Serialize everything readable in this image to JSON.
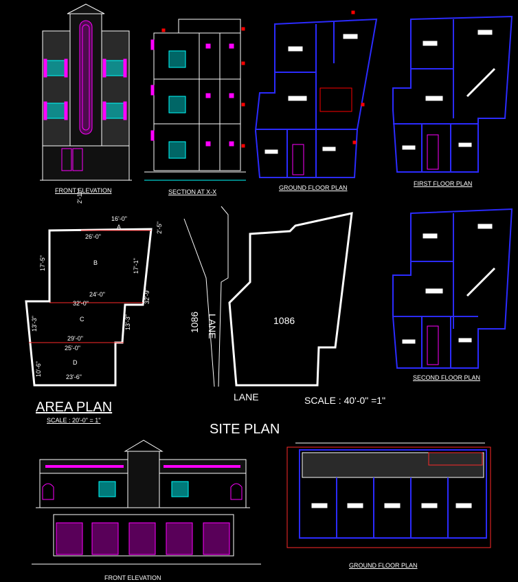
{
  "labels": {
    "front_elevation_top": "FRONT ELEVATION",
    "section": "SECTION AT X-X",
    "ground_floor_plan_top": "GROUND FLOOR PLAN",
    "first_floor_plan": "FIRST FLOOR PLAN",
    "second_floor_plan": "SECOND FLOOR PLAN",
    "area_plan": "AREA PLAN",
    "area_plan_scale": "SCALE : 20'-0\" = 1\"",
    "site_plan": "SITE PLAN",
    "site_scale": "SCALE : 40'-0\" =1\"",
    "lane_vertical": "LANE",
    "lane_horizontal": "LANE",
    "plot_number_left": "1086",
    "plot_number_right": "1086",
    "front_elevation_bottom": "FRONT ELEVATION",
    "ground_floor_plan_bottom": "GROUND FLOOR PLAN"
  },
  "area_plan": {
    "zones": [
      "A",
      "B",
      "C",
      "D"
    ],
    "dimensions": {
      "top_left_vertical": "2'-11\"",
      "top_width": "16'-0\"",
      "top_right_vertical": "2'-5\"",
      "b_top_width": "26'-0\"",
      "b_left_height": "17'-5\"",
      "b_right_height": "17'-1\"",
      "b_bottom_width": "24'-0\"",
      "c_top_width": "32'-0\"",
      "overall_right": "32'-9\"",
      "c_left_height": "13'-3\"",
      "c_right_height": "13'-3\"",
      "c_bottom_width": "29'-0\"",
      "d_top_width": "25'-0\"",
      "d_left_height": "10'-6\"",
      "d_bottom_width": "23'-6\""
    }
  },
  "colors": {
    "line": "#ffffff",
    "magenta": "#ff00ff",
    "blue": "#1a1aff",
    "cyan": "#00ffff",
    "red": "#ff0000",
    "dim_red": "#ff2a2a"
  }
}
